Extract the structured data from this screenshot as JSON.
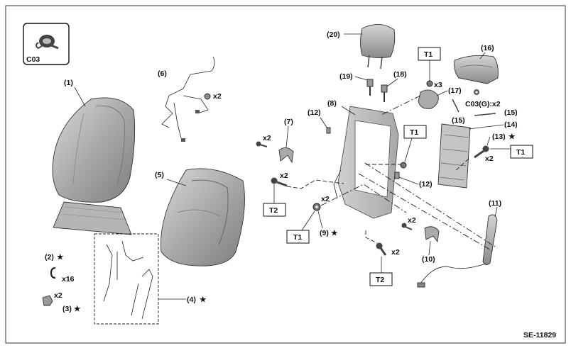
{
  "diagram_id": "SE-11829",
  "legend": {
    "code": "C03"
  },
  "labels": {
    "p1": "(1)",
    "p2": "(2)",
    "p3": "(3)",
    "p4": "(4)",
    "p5": "(5)",
    "p6": "(6)",
    "p7": "(7)",
    "p8": "(8)",
    "p9": "(9)",
    "p10": "(10)",
    "p11": "(11)",
    "p12a": "(12)",
    "p12b": "(12)",
    "p13": "(13)",
    "p14": "(14)",
    "p15a": "(15)",
    "p15b": "(15)",
    "p16": "(16)",
    "p17": "(17)",
    "p18": "(18)",
    "p19": "(19)",
    "p20": "(20)"
  },
  "quantities": {
    "x2_6": "x2",
    "x16_2": "x16",
    "x2_3": "x2",
    "x2_7": "x2",
    "x2_t2a": "x2",
    "x2_9": "x2",
    "x3_17": "x3",
    "x2_13": "x2",
    "x2_10": "x2",
    "x2_t2b": "x2",
    "c03g": "C03(G):x2"
  },
  "tightening": {
    "t1a": "T1",
    "t1b": "T1",
    "t1c": "T1",
    "t1d": "T1",
    "t2a": "T2",
    "t2b": "T2"
  },
  "star": "★"
}
